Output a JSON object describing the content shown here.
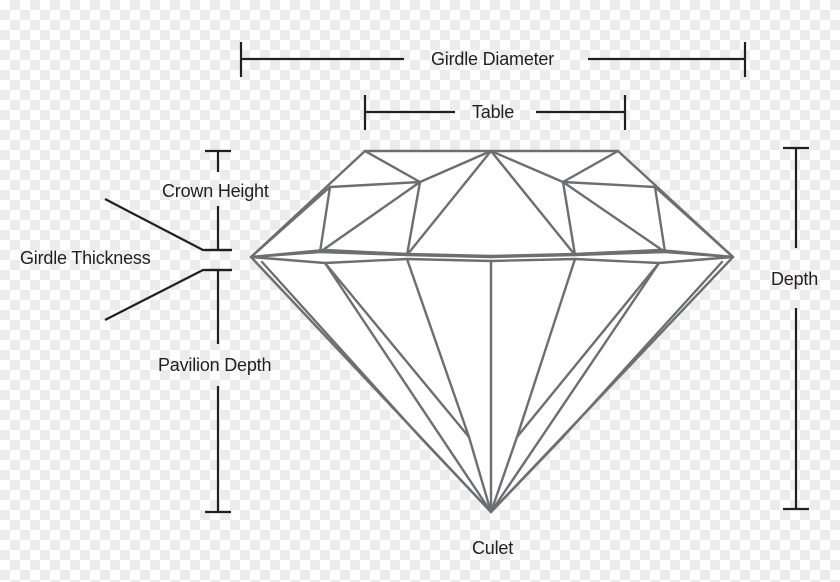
{
  "diagram": {
    "labels": {
      "girdle_diameter": "Girdle Diameter",
      "table": "Table",
      "crown_height": "Crown Height",
      "girdle_thickness": "Girdle Thickness",
      "pavilion_depth": "Pavilion Depth",
      "depth": "Depth",
      "culet": "Culet"
    },
    "colors": {
      "measure_line": "#231f20",
      "diamond_outline": "#6d6e71",
      "diamond_fill": "#ffffff",
      "label_text": "#231f20"
    }
  }
}
